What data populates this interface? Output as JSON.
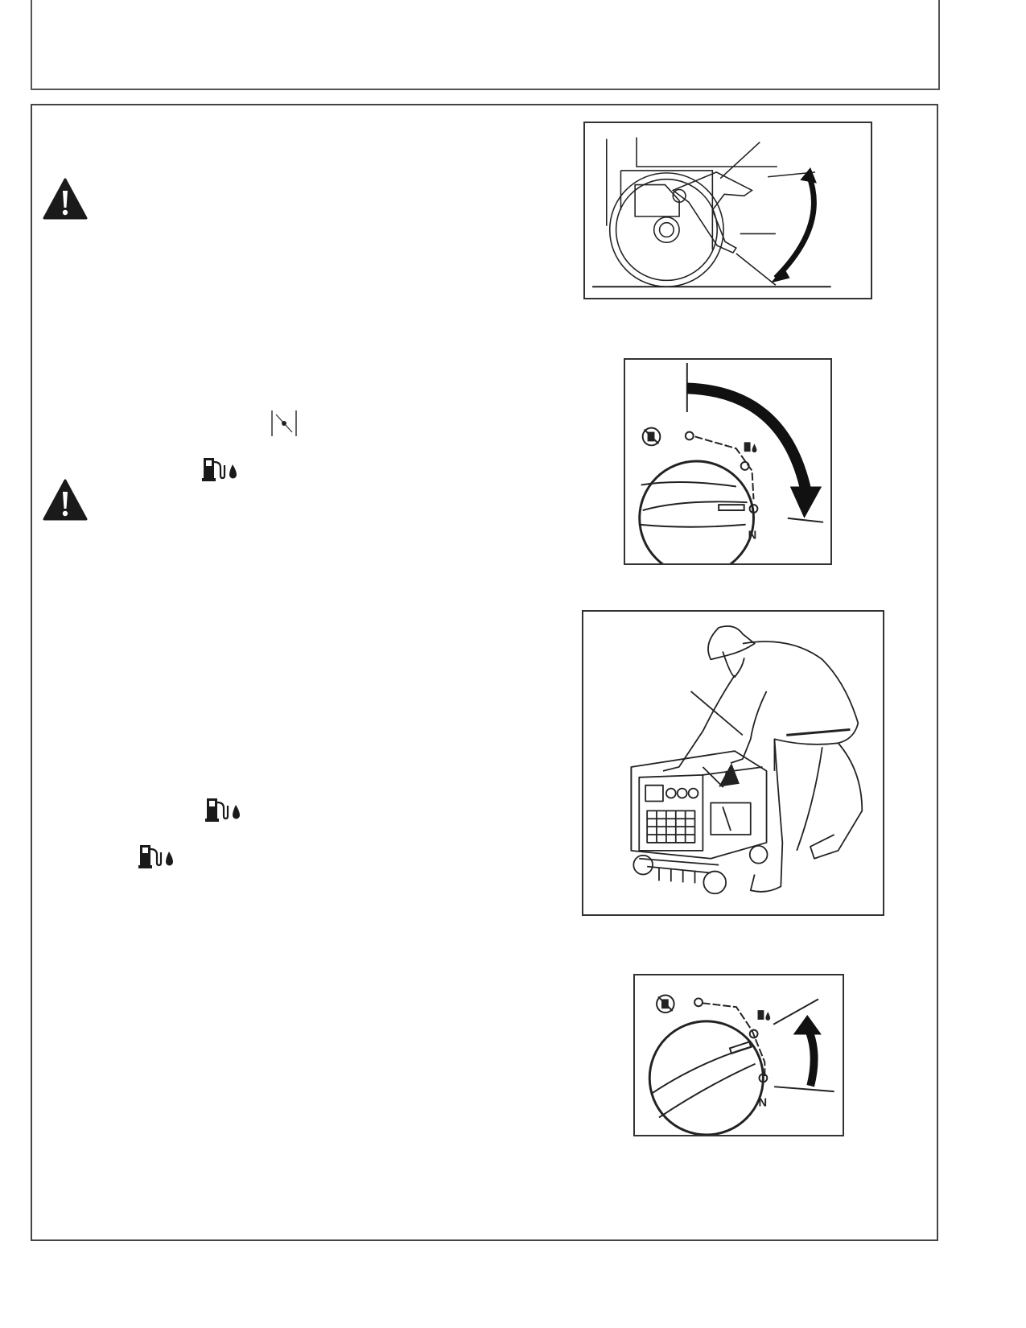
{
  "page": {
    "warnings": [
      {
        "icon": "warning-triangle-icon"
      },
      {
        "icon": "warning-triangle-icon"
      }
    ],
    "inline_symbols": [
      {
        "icon": "choke-symbol-icon"
      },
      {
        "icon": "fuel-on-icon"
      },
      {
        "icon": "fuel-on-icon"
      },
      {
        "icon": "fuel-on-icon"
      }
    ]
  },
  "figures": [
    {
      "icon": "wheel-brake-lever-illustration"
    },
    {
      "icon": "fuel-dial-turn-clockwise-illustration",
      "marks": [
        "N"
      ]
    },
    {
      "icon": "operator-pushing-generator-illustration"
    },
    {
      "icon": "fuel-dial-turn-counterclockwise-illustration",
      "marks": [
        "N"
      ]
    }
  ],
  "colors": {
    "line": "#222222",
    "frame": "#444444",
    "background": "#ffffff"
  }
}
